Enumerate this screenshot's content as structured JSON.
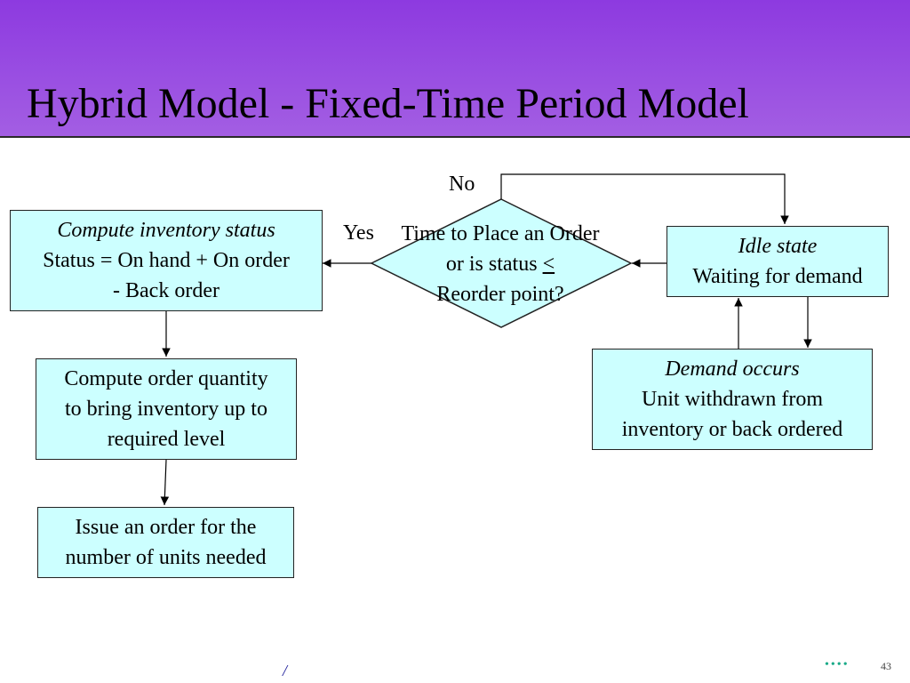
{
  "slide": {
    "title": "Hybrid Model - Fixed-Time Period Model",
    "page_number": "43",
    "footer_slash": "/",
    "footer_dots": "••••"
  },
  "diagram": {
    "decision": {
      "line1": "Time to Place an Order",
      "line2_text": "or is status ",
      "line2_symbol": "<",
      "line3": "Reorder point?"
    },
    "labels": {
      "no": "No",
      "yes": "Yes"
    },
    "boxes": {
      "compute_status": {
        "heading": "Compute inventory status",
        "line1": "Status = On hand + On order",
        "line2": "- Back order"
      },
      "compute_quantity": {
        "line1": "Compute order quantity",
        "line2": "to bring inventory up to",
        "line3": "required level"
      },
      "issue_order": {
        "line1": "Issue an order for the",
        "line2": "number of units needed"
      },
      "idle_state": {
        "heading": "Idle state",
        "line1": "Waiting for demand"
      },
      "demand_occurs": {
        "heading": "Demand occurs",
        "line1": "Unit withdrawn from",
        "line2": "inventory or back ordered"
      }
    },
    "colors": {
      "box_fill": "#ccffff",
      "header_top": "#8d3ae0",
      "header_bottom": "#a35ee3"
    }
  }
}
